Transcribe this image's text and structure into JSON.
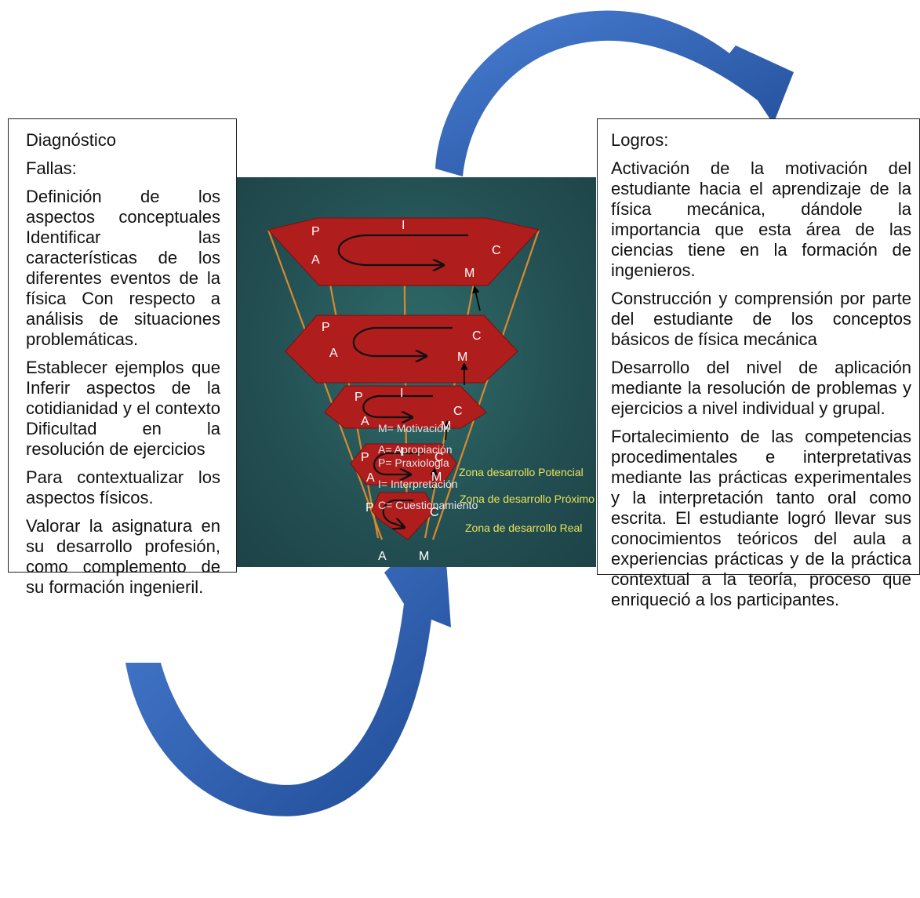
{
  "left_box": {
    "title": "Diagnóstico",
    "subtitle": "Fallas:",
    "paragraphs": [
      "Definición de los aspectos conceptuales Identificar las características de los diferentes eventos de la física Con respecto a análisis de situaciones problemáticas.",
      "Establecer ejemplos que Inferir aspectos de la cotidianidad y el contexto Dificultad en la resolución de ejercicios",
      "Para contextualizar los aspectos físicos.",
      "Valorar la asignatura en su desarrollo profesión, como complemento de su formación ingenieril."
    ]
  },
  "right_box": {
    "title": "Logros:",
    "paragraphs": [
      "Activación de la motivación del estudiante hacia el aprendizaje de la física mecánica, dándole la importancia que esta área de las ciencias tiene en la formación de ingenieros.",
      "Construcción y comprensión por parte del estudiante de los conceptos básicos de física mecánica",
      "Desarrollo del nivel de aplicación mediante la resolución de problemas y ejercicios a nivel individual y grupal.",
      "Fortalecimiento de las competencias procedimentales e interpretativas mediante las prácticas experimentales y la interpretación tanto oral como escrita. El estudiante logró llevar sus conocimientos teóricos del aula a experiencias prácticas y de la práctica contextual a la teoría, proceso que enriqueció a los participantes."
    ]
  },
  "diagram": {
    "letters": {
      "p": "P",
      "a": "A",
      "i": "I",
      "c": "C",
      "m": "M"
    },
    "zones": [
      "Zona desarrollo Potencial",
      "Zona de desarrollo Próximo",
      "Zona de desarrollo Real"
    ],
    "legend": [
      "M= Motivación",
      "A= Apropiación",
      "P= Praxiologia",
      "I= Interpretación",
      "C= Cuestionamiento"
    ]
  },
  "colors": {
    "panel": "#234f52",
    "shape_fill": "#b01d1d",
    "zone_text": "#e8e35a",
    "arrow_blue": "#2e5faf",
    "guide_lines": "#d98a2e"
  }
}
